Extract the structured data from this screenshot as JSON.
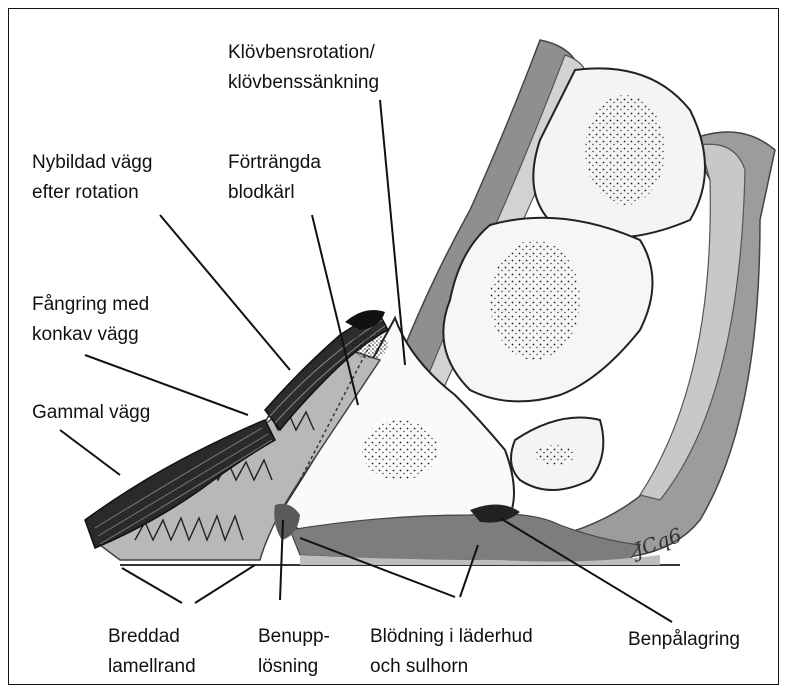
{
  "labels": {
    "rotation_line1": "Klövbensrotation/",
    "rotation_line2": "klövbenssänkning",
    "new_wall_line1": "Nybildad vägg",
    "new_wall_line2": "efter rotation",
    "vessels_line1": "Förträngda",
    "vessels_line2": "blodkärl",
    "ring_line1": "Fångring med",
    "ring_line2": "konkav vägg",
    "old_wall": "Gammal vägg",
    "lamellar_line1": "Breddad",
    "lamellar_line2": "lamellrand",
    "bone_loss_line1": "Benupp-",
    "bone_loss_line2": "lösning",
    "bleeding_line1": "Blödning i läderhud",
    "bleeding_line2": "och sulhorn",
    "bone_growth": "Benpålagring"
  },
  "signature": "JCq6"
}
